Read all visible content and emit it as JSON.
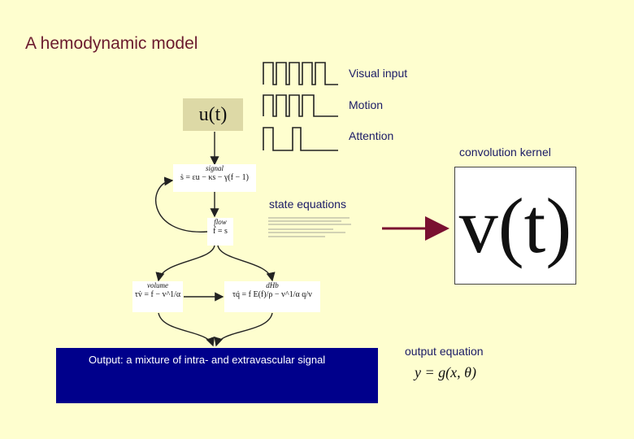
{
  "title": "A hemodynamic model",
  "inputs": {
    "visual_label": "Visual input",
    "motion_label": "Motion",
    "attention_label": "Attention"
  },
  "input_node": "u(t)",
  "nodes": {
    "signal": {
      "caption": "signal",
      "equation": "ṡ = εu − κs − γ(f − 1)"
    },
    "flow": {
      "caption": "flow",
      "equation": "ḟ = s"
    },
    "volume": {
      "caption": "volume",
      "equation": "τv̇ = f − v^1/α"
    },
    "dhb": {
      "caption": "dHb",
      "equation": "τq̇ = f E(f)/ρ − v^1/α q/v"
    }
  },
  "state_equations_label": "state equations",
  "kernel": {
    "label": "convolution kernel",
    "symbol": "v(t)"
  },
  "output": {
    "label": "Output: a mixture of intra- and extravascular signal",
    "equation_label": "output equation",
    "equation": "y = g(x, θ)"
  },
  "colors": {
    "background": "#fefecf",
    "title": "#6b1a2e",
    "label": "#1a1a66",
    "arrow": "#7a1030",
    "output_box": "#00008b"
  }
}
